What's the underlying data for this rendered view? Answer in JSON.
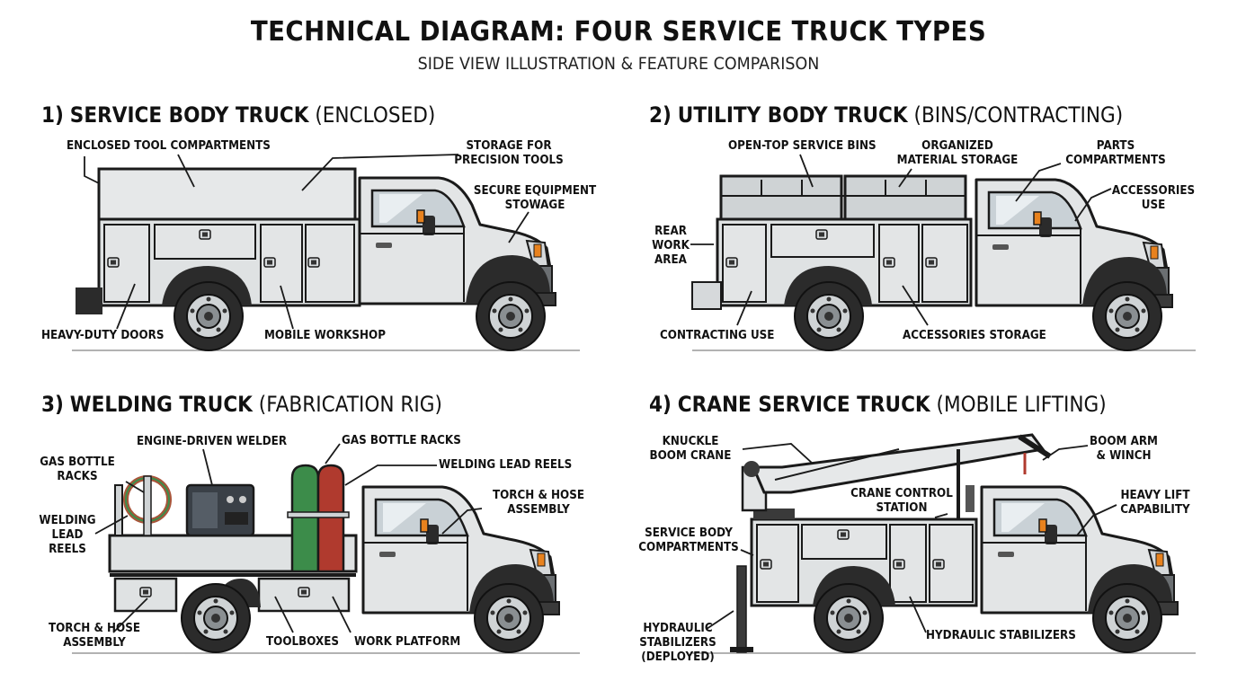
{
  "title": "TECHNICAL DIAGRAM: FOUR SERVICE TRUCK TYPES",
  "subtitle": "SIDE VIEW ILLUSTRATION & FEATURE COMPARISON",
  "panels": [
    {
      "number": "1)",
      "name": "SERVICE BODY TRUCK",
      "qualifier": "(ENCLOSED)",
      "callouts": [
        "ENCLOSED TOOL COMPARTMENTS",
        "STORAGE FOR\nPRECISION TOOLS",
        "SECURE EQUIPMENT\nSTOWAGE",
        "HEAVY-DUTY DOORS",
        "MOBILE WORKSHOP"
      ]
    },
    {
      "number": "2)",
      "name": "UTILITY BODY TRUCK",
      "qualifier": "(BINS/CONTRACTING)",
      "callouts": [
        "OPEN-TOP SERVICE BINS",
        "ORGANIZED\nMATERIAL STORAGE",
        "PARTS\nCOMPARTMENTS",
        "ACCESSORIES\nUSE",
        "REAR\nWORK\nAREA",
        "CONTRACTING USE",
        "ACCESSORIES STORAGE"
      ]
    },
    {
      "number": "3)",
      "name": "WELDING TRUCK",
      "qualifier": "(FABRICATION RIG)",
      "callouts": [
        "ENGINE-DRIVEN WELDER",
        "GAS BOTTLE RACKS",
        "GAS BOTTLE\nRACKS",
        "WELDING LEAD REELS",
        "WELDING\nLEAD\nREELS",
        "TORCH & HOSE\nASSEMBLY",
        "TORCH & HOSE\nASSEMBLY",
        "TOOLBOXES",
        "WORK PLATFORM"
      ]
    },
    {
      "number": "4)",
      "name": "CRANE SERVICE TRUCK",
      "qualifier": "(MOBILE LIFTING)",
      "callouts": [
        "KNUCKLE\nBOOM CRANE",
        "BOOM ARM\n& WINCH",
        "CRANE CONTROL\nSTATION",
        "HEAVY LIFT\nCAPABILITY",
        "SERVICE BODY\nCOMPARTMENTS",
        "HYDRAULIC\nSTABILIZERS\n(DEPLOYED)",
        "HYDRAULIC STABILIZERS"
      ]
    }
  ],
  "colors": {
    "body": "#e3e5e6",
    "outline": "#1a1a1a",
    "tire": "#2b2b2b",
    "green_cylinder": "#3c8c4a",
    "red_cylinder": "#b03a2e",
    "amber_light": "#e8821e",
    "rust_reel": "#a8553a"
  }
}
